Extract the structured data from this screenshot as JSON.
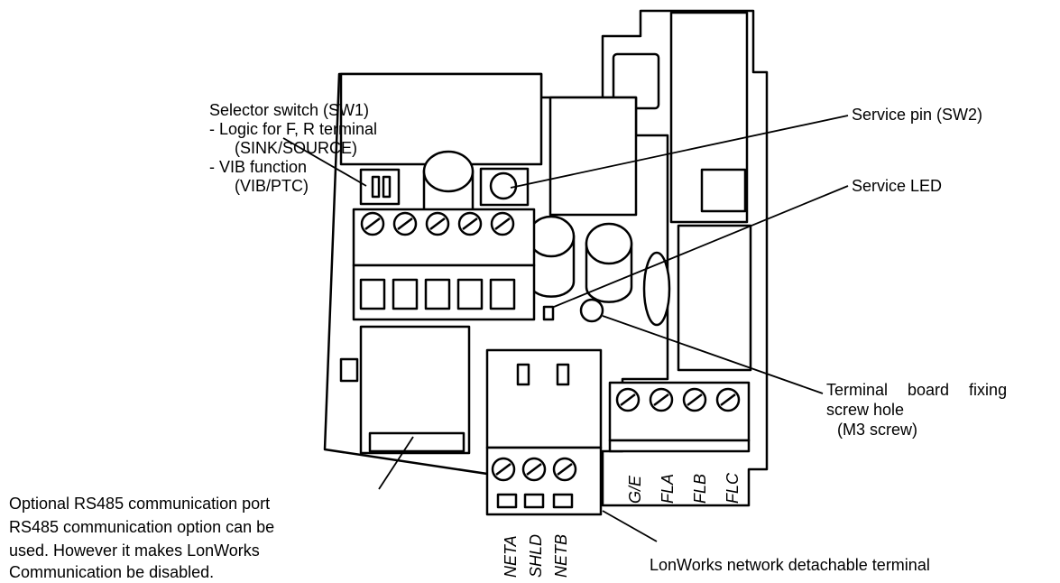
{
  "labels": {
    "selector_switch": "Selector switch (SW1)",
    "logic_line": "- Logic for F, R terminal",
    "logic_values": "(SINK/SOURCE)",
    "vib_line": "- VIB function",
    "vib_values": "(VIB/PTC)",
    "service_pin": "Service pin (SW2)",
    "service_led": "Service LED",
    "fixing_hole_line1": "Terminal board fixing",
    "fixing_hole_line2": "screw hole",
    "fixing_hole_line3": "(M3 screw)",
    "rs485_line1": "Optional RS485 communication port",
    "rs485_line2": "RS485 communication option can be",
    "rs485_line3": "used. However it makes LonWorks",
    "rs485_line4": "Communication be disabled.",
    "lonworks_terminal": "LonWorks network detachable terminal"
  },
  "terminals_network": [
    "NETA",
    "SHLD",
    "NETB"
  ],
  "terminals_relay": [
    "G/E",
    "FLA",
    "FLB",
    "FLC"
  ]
}
